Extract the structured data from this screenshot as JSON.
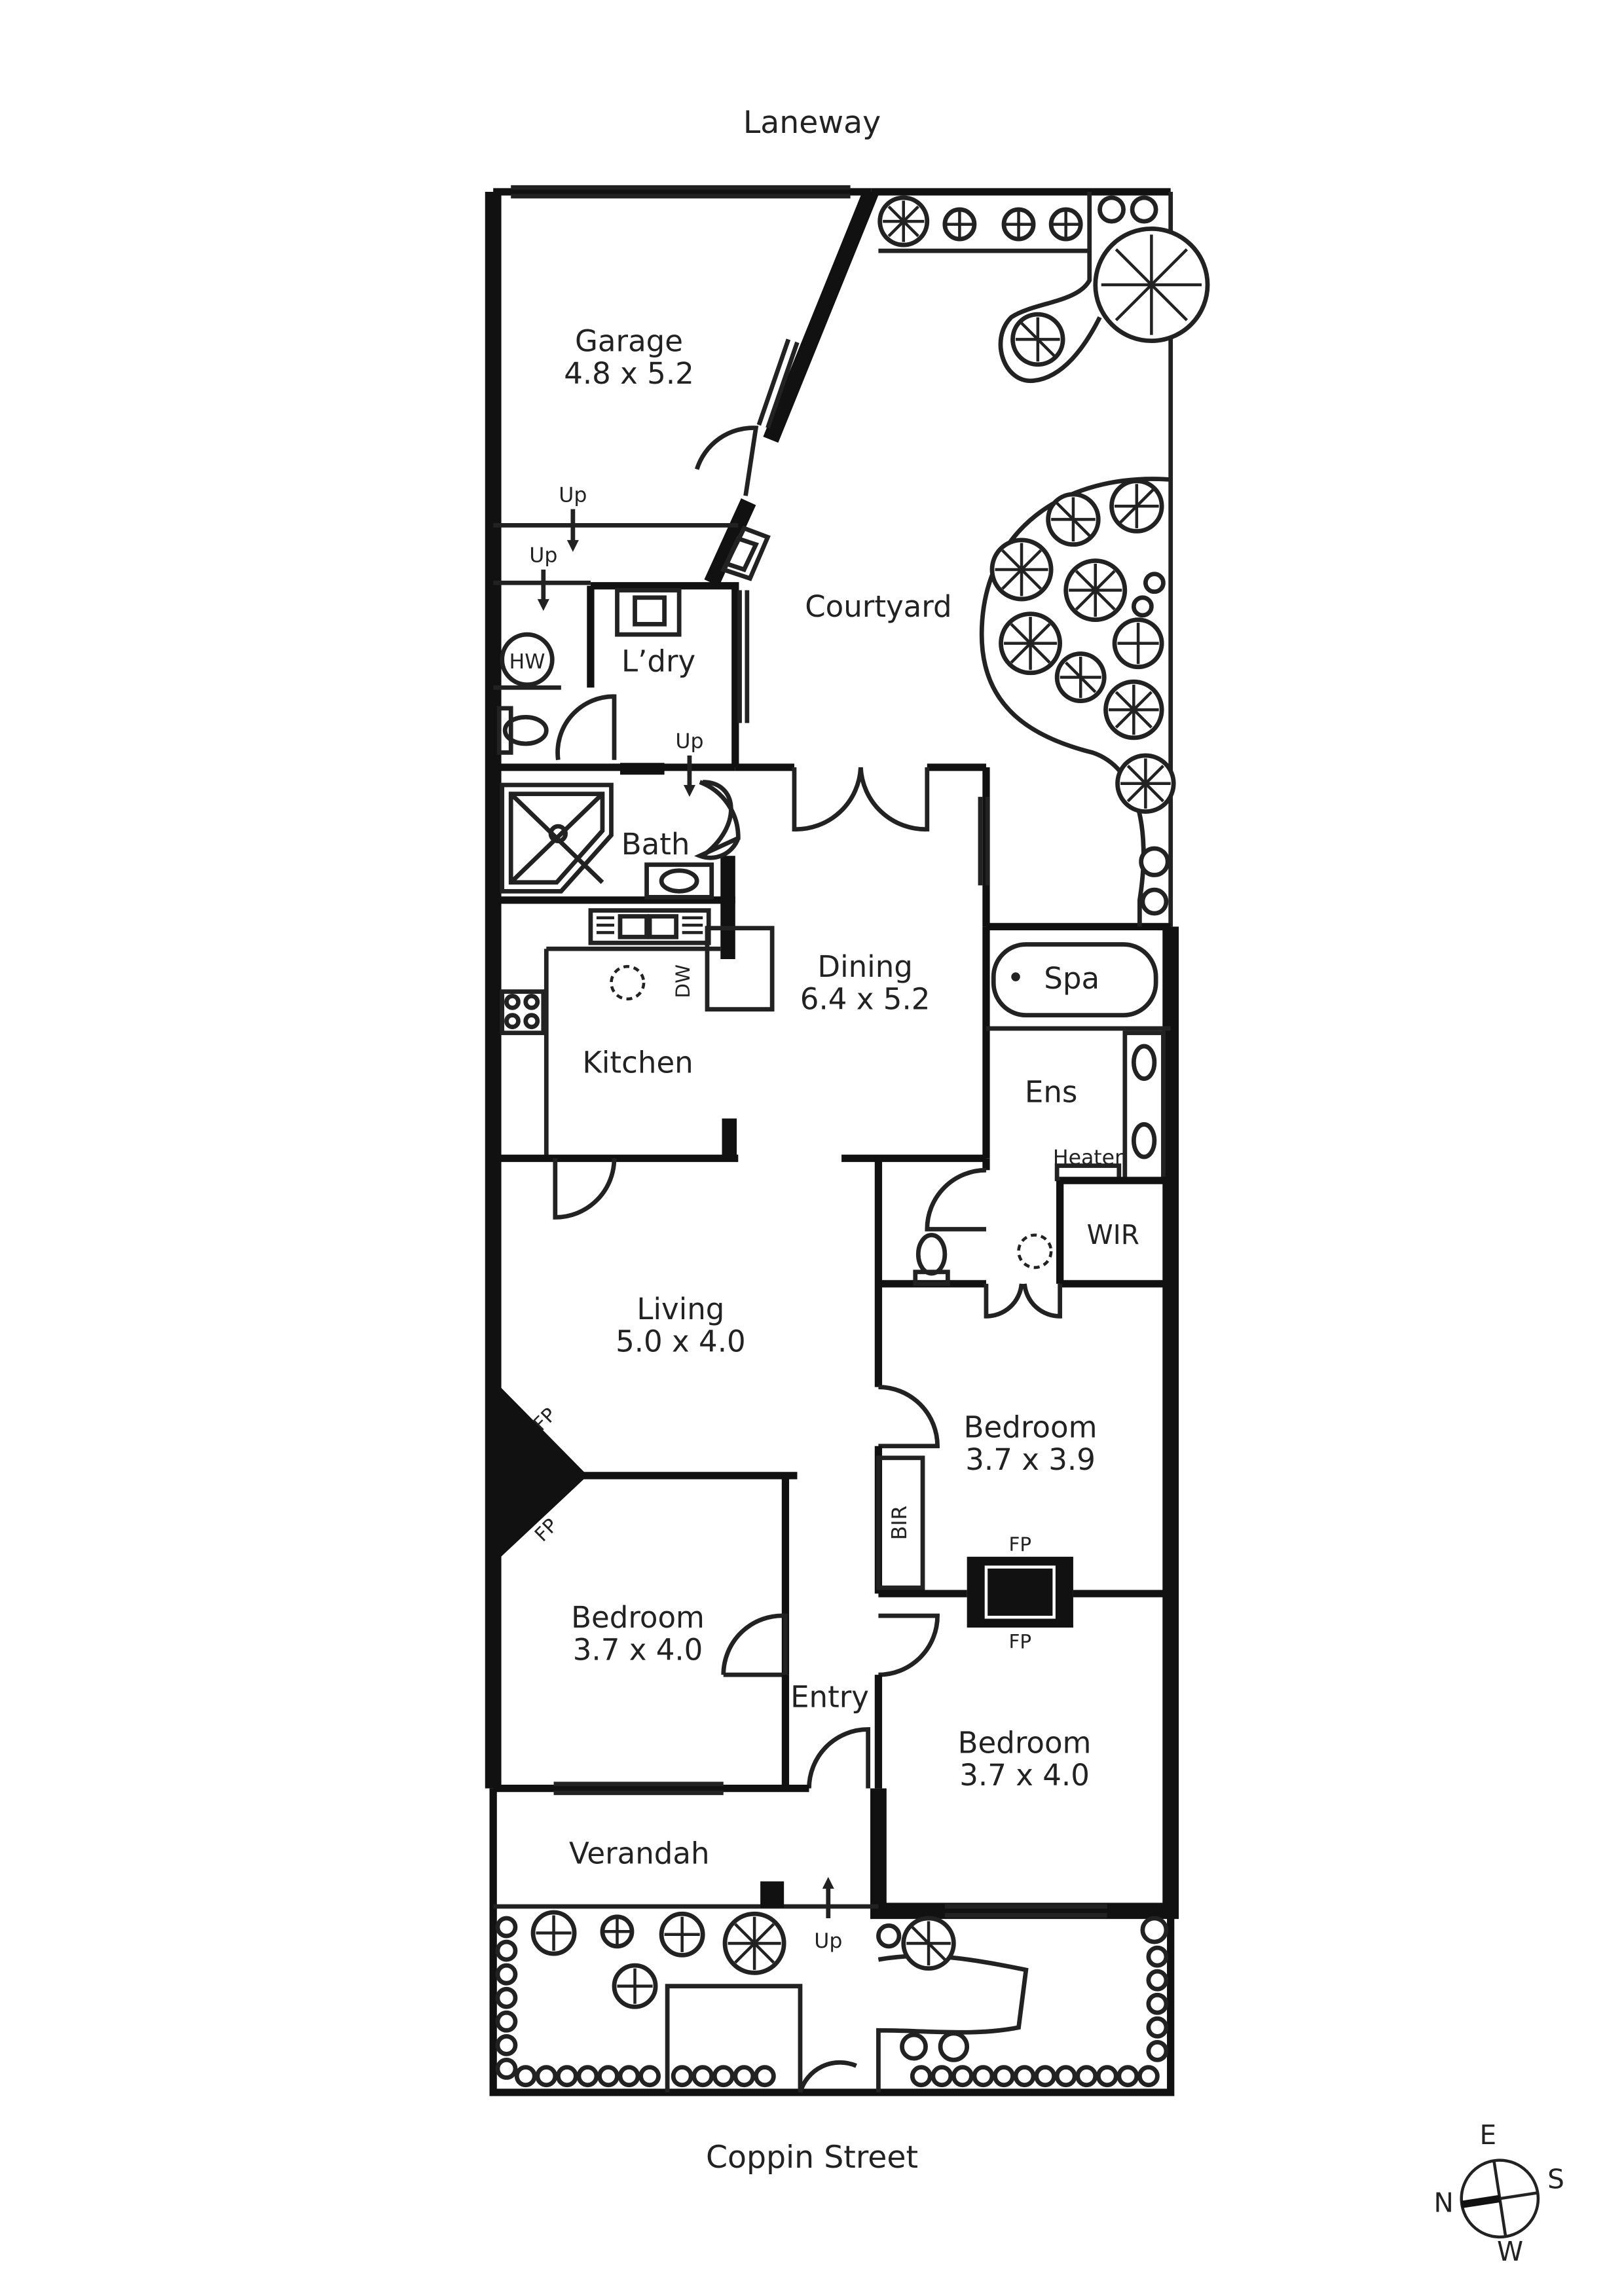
{
  "streets": {
    "top": "Laneway",
    "bottom": "Coppin Street"
  },
  "rooms": {
    "garage": {
      "name": "Garage",
      "size": "4.8 x 5.2"
    },
    "courtyard": {
      "name": "Courtyard"
    },
    "laundry": {
      "name": "L’dry"
    },
    "bath": {
      "name": "Bath"
    },
    "dining": {
      "name": "Dining",
      "size": "6.4 x 5.2"
    },
    "kitchen": {
      "name": "Kitchen"
    },
    "spa": {
      "name": "Spa"
    },
    "ensuite": {
      "name": "Ens"
    },
    "wir": {
      "name": "WIR"
    },
    "living": {
      "name": "Living",
      "size": "5.0 x 4.0"
    },
    "bedroom_rear": {
      "name": "Bedroom",
      "size": "3.7 x 3.9"
    },
    "bedroom_left": {
      "name": "Bedroom",
      "size": "3.7 x 4.0"
    },
    "bedroom_front": {
      "name": "Bedroom",
      "size": "3.7 x 4.0"
    },
    "entry": {
      "name": "Entry"
    },
    "verandah": {
      "name": "Verandah"
    }
  },
  "fixtures": {
    "hot_water": "HW",
    "dishwasher": "DW",
    "heater": "Heater",
    "built_in_robe": "BIR",
    "fireplace": "FP"
  },
  "stairs": {
    "up": "Up"
  },
  "compass": {
    "north": "N",
    "east": "E",
    "south": "S",
    "west": "W"
  },
  "colors": {
    "wall": "#111111",
    "background": "#ffffff",
    "text": "#222222"
  }
}
